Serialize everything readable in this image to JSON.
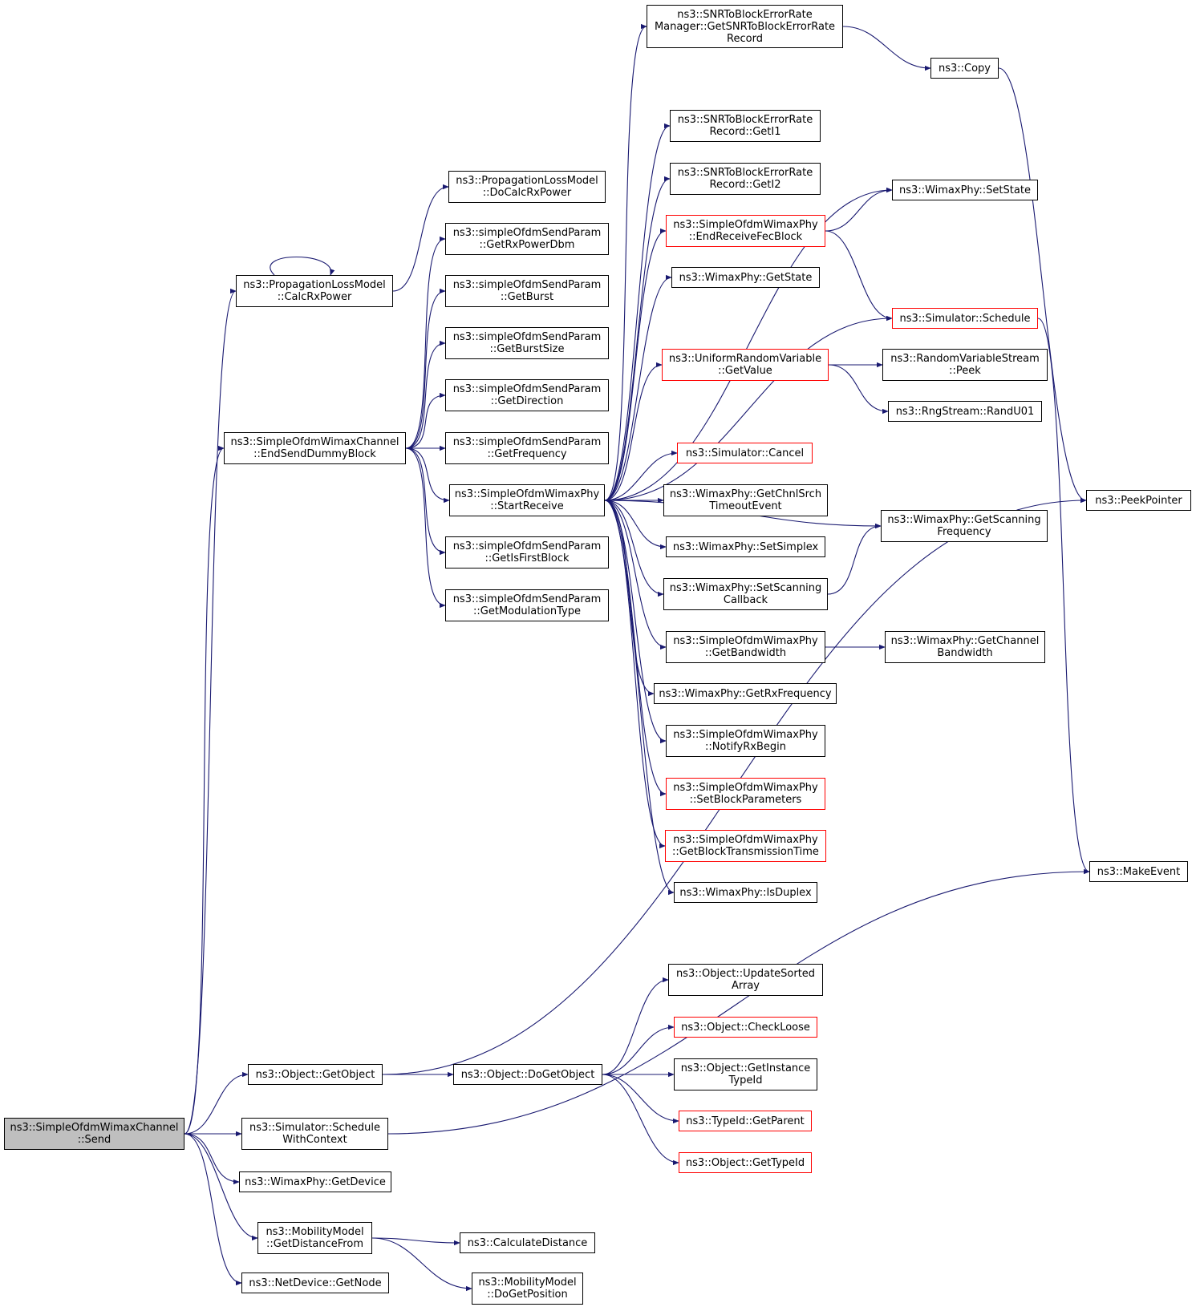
{
  "colors": {
    "edge": "#191970",
    "node_border": "#000000",
    "truncated_border": "#ff0000",
    "root_fill": "#bfbfbf"
  },
  "nodes": {
    "root": {
      "label": "ns3::SimpleOfdmWimaxChannel\n::Send",
      "style": "root"
    },
    "calcRxPower": {
      "label": "ns3::PropagationLossModel\n::CalcRxPower"
    },
    "endSendDummy": {
      "label": "ns3::SimpleOfdmWimaxChannel\n::EndSendDummyBlock"
    },
    "getObject": {
      "label": "ns3::Object::GetObject"
    },
    "scheduleWithContext": {
      "label": "ns3::Simulator::Schedule\nWithContext"
    },
    "getDevice": {
      "label": "ns3::WimaxPhy::GetDevice"
    },
    "getDistanceFrom": {
      "label": "ns3::MobilityModel\n::GetDistanceFrom"
    },
    "getNode": {
      "label": "ns3::NetDevice::GetNode"
    },
    "doCalcRxPower": {
      "label": "ns3::PropagationLossModel\n::DoCalcRxPower"
    },
    "getRxPowerDbm": {
      "label": "ns3::simpleOfdmSendParam\n::GetRxPowerDbm"
    },
    "getBurst": {
      "label": "ns3::simpleOfdmSendParam\n::GetBurst"
    },
    "getBurstSize": {
      "label": "ns3::simpleOfdmSendParam\n::GetBurstSize"
    },
    "getDirection": {
      "label": "ns3::simpleOfdmSendParam\n::GetDirection"
    },
    "getFrequency": {
      "label": "ns3::simpleOfdmSendParam\n::GetFrequency"
    },
    "startReceive": {
      "label": "ns3::SimpleOfdmWimaxPhy\n::StartReceive"
    },
    "getIsFirstBlock": {
      "label": "ns3::simpleOfdmSendParam\n::GetIsFirstBlock"
    },
    "getModulationType": {
      "label": "ns3::simpleOfdmSendParam\n::GetModulationType"
    },
    "doGetObject": {
      "label": "ns3::Object::DoGetObject"
    },
    "calculateDistance": {
      "label": "ns3::CalculateDistance"
    },
    "doGetPosition": {
      "label": "ns3::MobilityModel\n::DoGetPosition"
    },
    "snrManager": {
      "label": "ns3::SNRToBlockErrorRate\nManager::GetSNRToBlockErrorRate\nRecord"
    },
    "getI1": {
      "label": "ns3::SNRToBlockErrorRate\nRecord::GetI1"
    },
    "getI2": {
      "label": "ns3::SNRToBlockErrorRate\nRecord::GetI2"
    },
    "endReceiveFec": {
      "label": "ns3::SimpleOfdmWimaxPhy\n::EndReceiveFecBlock",
      "style": "red"
    },
    "getState": {
      "label": "ns3::WimaxPhy::GetState"
    },
    "uniformGetValue": {
      "label": "ns3::UniformRandomVariable\n::GetValue",
      "style": "red"
    },
    "cancel": {
      "label": "ns3::Simulator::Cancel",
      "style": "red"
    },
    "getChnlSrch": {
      "label": "ns3::WimaxPhy::GetChnlSrch\nTimeoutEvent"
    },
    "setSimplex": {
      "label": "ns3::WimaxPhy::SetSimplex"
    },
    "setScanningCb": {
      "label": "ns3::WimaxPhy::SetScanning\nCallback"
    },
    "getBandwidth": {
      "label": "ns3::SimpleOfdmWimaxPhy\n::GetBandwidth"
    },
    "getRxFrequency": {
      "label": "ns3::WimaxPhy::GetRxFrequency"
    },
    "notifyRxBegin": {
      "label": "ns3::SimpleOfdmWimaxPhy\n::NotifyRxBegin"
    },
    "setBlockParams": {
      "label": "ns3::SimpleOfdmWimaxPhy\n::SetBlockParameters",
      "style": "red"
    },
    "getBlockTxTime": {
      "label": "ns3::SimpleOfdmWimaxPhy\n::GetBlockTransmissionTime",
      "style": "red"
    },
    "isDuplex": {
      "label": "ns3::WimaxPhy::IsDuplex"
    },
    "updateSorted": {
      "label": "ns3::Object::UpdateSorted\nArray"
    },
    "checkLoose": {
      "label": "ns3::Object::CheckLoose",
      "style": "red"
    },
    "getInstanceTypeId": {
      "label": "ns3::Object::GetInstance\nTypeId"
    },
    "getParent": {
      "label": "ns3::TypeId::GetParent",
      "style": "red"
    },
    "getTypeId": {
      "label": "ns3::Object::GetTypeId",
      "style": "red"
    },
    "copy": {
      "label": "ns3::Copy"
    },
    "setState": {
      "label": "ns3::WimaxPhy::SetState"
    },
    "schedule": {
      "label": "ns3::Simulator::Schedule",
      "style": "red"
    },
    "peek": {
      "label": "ns3::RandomVariableStream\n::Peek"
    },
    "randU01": {
      "label": "ns3::RngStream::RandU01"
    },
    "getScanningFreq": {
      "label": "ns3::WimaxPhy::GetScanning\nFrequency"
    },
    "getChannelBandwidth": {
      "label": "ns3::WimaxPhy::GetChannel\nBandwidth"
    },
    "peekPointer": {
      "label": "ns3::PeekPointer"
    },
    "makeEvent": {
      "label": "ns3::MakeEvent"
    }
  },
  "edges": [
    [
      "root",
      "calcRxPower"
    ],
    [
      "root",
      "endSendDummy"
    ],
    [
      "root",
      "getObject"
    ],
    [
      "root",
      "scheduleWithContext"
    ],
    [
      "root",
      "getDevice"
    ],
    [
      "root",
      "getDistanceFrom"
    ],
    [
      "root",
      "getNode"
    ],
    [
      "calcRxPower",
      "calcRxPower"
    ],
    [
      "calcRxPower",
      "doCalcRxPower"
    ],
    [
      "endSendDummy",
      "getRxPowerDbm"
    ],
    [
      "endSendDummy",
      "getBurst"
    ],
    [
      "endSendDummy",
      "getBurstSize"
    ],
    [
      "endSendDummy",
      "getDirection"
    ],
    [
      "endSendDummy",
      "getFrequency"
    ],
    [
      "endSendDummy",
      "startReceive"
    ],
    [
      "endSendDummy",
      "getIsFirstBlock"
    ],
    [
      "endSendDummy",
      "getModulationType"
    ],
    [
      "startReceive",
      "snrManager"
    ],
    [
      "startReceive",
      "setState"
    ],
    [
      "startReceive",
      "getI1"
    ],
    [
      "startReceive",
      "getI2"
    ],
    [
      "startReceive",
      "endReceiveFec"
    ],
    [
      "startReceive",
      "getState"
    ],
    [
      "startReceive",
      "schedule"
    ],
    [
      "startReceive",
      "uniformGetValue"
    ],
    [
      "startReceive",
      "getScanningFreq"
    ],
    [
      "startReceive",
      "cancel"
    ],
    [
      "startReceive",
      "getChnlSrch"
    ],
    [
      "startReceive",
      "setSimplex"
    ],
    [
      "startReceive",
      "setScanningCb"
    ],
    [
      "startReceive",
      "getBandwidth"
    ],
    [
      "startReceive",
      "getRxFrequency"
    ],
    [
      "startReceive",
      "notifyRxBegin"
    ],
    [
      "startReceive",
      "setBlockParams"
    ],
    [
      "startReceive",
      "getBlockTxTime"
    ],
    [
      "startReceive",
      "isDuplex"
    ],
    [
      "snrManager",
      "copy"
    ],
    [
      "copy",
      "peekPointer"
    ],
    [
      "endReceiveFec",
      "setState"
    ],
    [
      "endReceiveFec",
      "schedule"
    ],
    [
      "schedule",
      "makeEvent"
    ],
    [
      "uniformGetValue",
      "peek"
    ],
    [
      "uniformGetValue",
      "randU01"
    ],
    [
      "setScanningCb",
      "getScanningFreq"
    ],
    [
      "getBandwidth",
      "getChannelBandwidth"
    ],
    [
      "getObject",
      "peekPointer"
    ],
    [
      "getObject",
      "doGetObject"
    ],
    [
      "doGetObject",
      "updateSorted"
    ],
    [
      "doGetObject",
      "checkLoose"
    ],
    [
      "doGetObject",
      "getInstanceTypeId"
    ],
    [
      "doGetObject",
      "getParent"
    ],
    [
      "doGetObject",
      "getTypeId"
    ],
    [
      "scheduleWithContext",
      "makeEvent"
    ],
    [
      "getDistanceFrom",
      "calculateDistance"
    ],
    [
      "getDistanceFrom",
      "doGetPosition"
    ]
  ]
}
